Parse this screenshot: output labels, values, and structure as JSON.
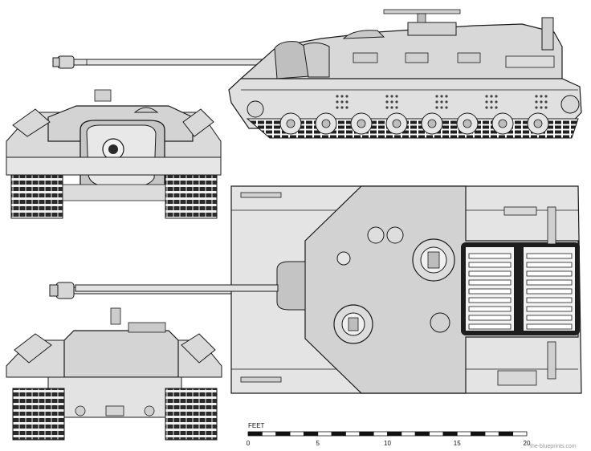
{
  "scale_bar": {
    "unit": "FEET",
    "ticks": [
      "0",
      "5",
      "10",
      "15",
      "20"
    ]
  },
  "watermark": "the-blueprints.com",
  "colors": {
    "paint": "#d6d6d6",
    "paint_dark": "#b9b9b9",
    "paint_light": "#ececec",
    "outline": "#1a1a1a",
    "track": "#222222",
    "background": "#ffffff"
  }
}
